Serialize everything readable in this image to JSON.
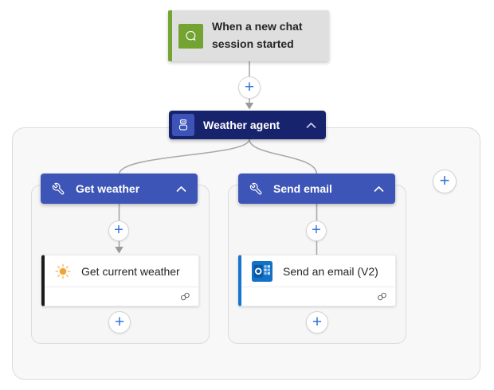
{
  "trigger": {
    "label": "When a new chat session started",
    "icon": "chat-bubble-icon",
    "colors": {
      "bg": "#dfdfdf",
      "accent_stripe": "#76a434",
      "icon_bg": "#73a331"
    }
  },
  "agent": {
    "label": "Weather agent",
    "icon": "bot-icon",
    "colors": {
      "bg": "#17246d",
      "icon_bg": "#3e53b8"
    }
  },
  "branches": [
    {
      "name": "get-weather",
      "header": "Get weather",
      "header_icon": "wrench-icon",
      "action": {
        "label": "Get current weather",
        "icon": "sun-icon",
        "accent_stripe": "#1a1a1a"
      }
    },
    {
      "name": "send-email",
      "header": "Send email",
      "header_icon": "wrench-icon",
      "action": {
        "label": "Send an email (V2)",
        "icon": "outlook-icon",
        "accent_stripe": "#1675cf"
      }
    }
  ],
  "controls": {
    "add_label": "+",
    "collapse_icon": "chevron-up-icon",
    "connection_icon": "link-icon"
  },
  "colors": {
    "branch_header_bg": "#3d55b6",
    "connector_line": "#a9a9a9",
    "plus_blue": "#3574e0",
    "container_bg": "#f8f8f8",
    "container_border": "#dcdcdc",
    "card_text": "#242424"
  }
}
